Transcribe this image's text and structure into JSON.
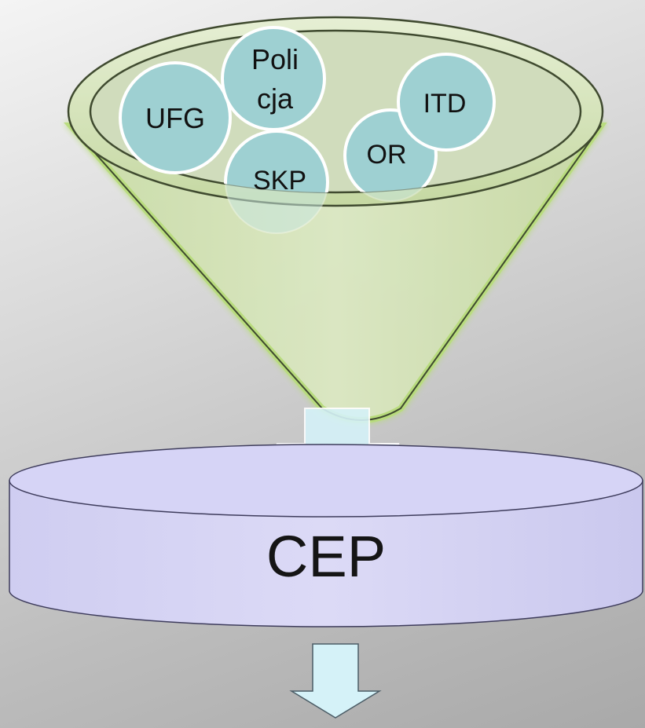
{
  "diagram": {
    "sources": [
      {
        "id": "ufg",
        "label": "UFG"
      },
      {
        "id": "policja",
        "label_line1": "Poli",
        "label_line2": "cja"
      },
      {
        "id": "skp",
        "label": "SKP"
      },
      {
        "id": "or",
        "label": "OR"
      },
      {
        "id": "itd",
        "label": "ITD"
      }
    ],
    "target": {
      "label": "CEP"
    }
  },
  "colors": {
    "background_light": "#f4f4f4",
    "background_dark": "#a9a9a9",
    "funnel_fill": "#d4e4b4",
    "funnel_glow": "#b7dc7a",
    "bubble_fill": "#9ed0d2",
    "bubble_stroke": "#ffffff",
    "cylinder_fill": "#d5d3f4",
    "arrow_fill": "#d5f2f8"
  }
}
